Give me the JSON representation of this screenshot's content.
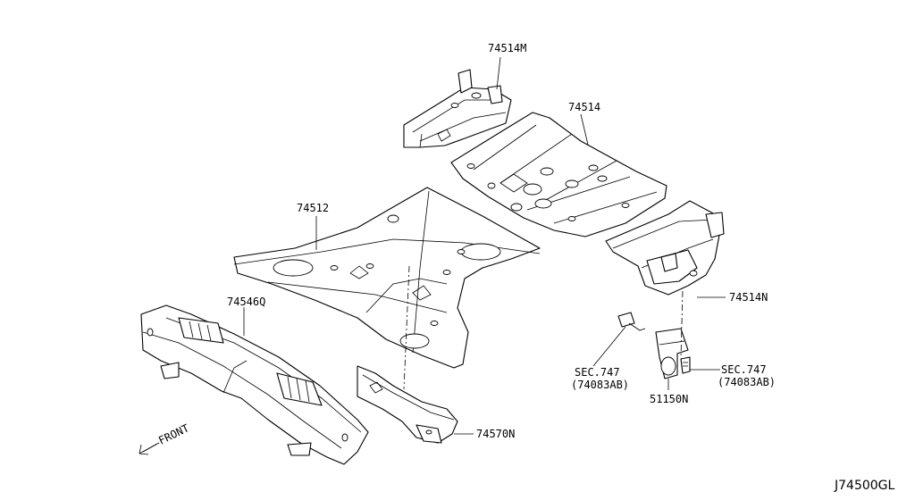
{
  "callouts": {
    "p74514M": "74514M",
    "p74514": "74514",
    "p74512": "74512",
    "p74546Q": "74546Q",
    "p74514N": "74514N",
    "sec_left_line1": "SEC.747",
    "sec_left_line2": "(74083AB)",
    "sec_right_line1": "SEC.747",
    "sec_right_line2": "(74083AB)",
    "p51150N": "51150N",
    "p74570N": "74570N"
  },
  "front_label": "FRONT",
  "diagram_code": "J74500GL",
  "icons": [
    "front-arrow-icon"
  ]
}
